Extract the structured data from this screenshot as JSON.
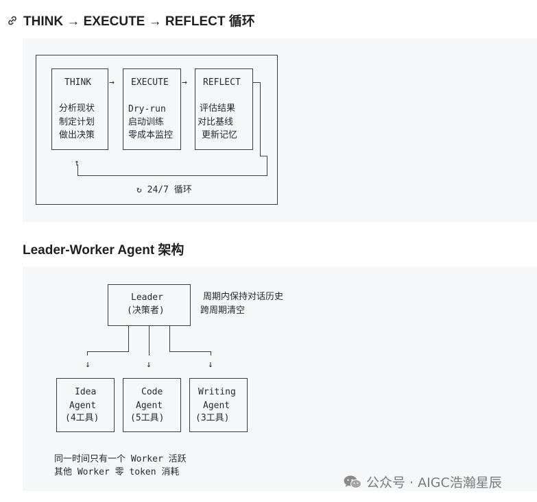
{
  "section1": {
    "title": "THINK → EXECUTE → REFLECT 循环",
    "boxes": [
      {
        "title": "THINK",
        "lines": [
          "分析现状",
          "制定计划",
          "做出决策"
        ]
      },
      {
        "title": "EXECUTE",
        "lines": [
          "Dry-run",
          "启动训练",
          "零成本监控"
        ]
      },
      {
        "title": "REFLECT",
        "lines": [
          "评估结果",
          "对比基线",
          "更新记忆"
        ]
      }
    ],
    "flow_arrow": "→",
    "up_arrow": "↑",
    "loop_label": "↻ 24/7 循环"
  },
  "section2": {
    "title": "Leader-Worker Agent 架构",
    "leader": {
      "line1": "Leader",
      "line2": "(决策者)"
    },
    "leader_notes": [
      "周期内保持对话历史",
      "跨周期清空"
    ],
    "down_arrow": "↓",
    "workers": [
      {
        "name": "Idea",
        "role": "Agent",
        "tools": "(4工具)"
      },
      {
        "name": "Code",
        "role": "Agent",
        "tools": "(5工具)"
      },
      {
        "name": "Writing",
        "role": "Agent",
        "tools": "(3工具)"
      }
    ],
    "footer_lines": [
      "同一时间只有一个 Worker 活跃",
      "其他 Worker 零 token 消耗"
    ]
  },
  "watermark": {
    "text": "公众号 · AIGC浩瀚星辰",
    "icon": "wechat-icon"
  }
}
